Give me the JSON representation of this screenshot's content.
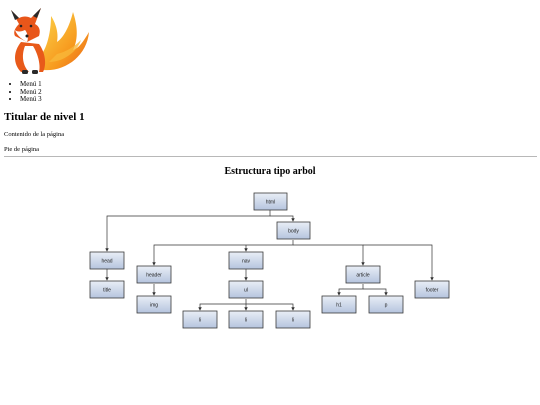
{
  "page": {
    "menu": [
      "Menú 1",
      "Menú 2",
      "Menú 3"
    ],
    "heading": "Titular de nivel 1",
    "content": "Contenido de la página",
    "footer": "Pie de página"
  },
  "tree": {
    "title": "Estructura tipo arbol",
    "nodes": [
      "html",
      "body",
      "head",
      "title",
      "header",
      "img",
      "nav",
      "ul",
      "li",
      "li",
      "li",
      "article",
      "h1",
      "p",
      "footer"
    ],
    "colors": {
      "node_top": "#e9eef6",
      "node_bottom": "#b5c4de",
      "border": "#3a3a3a",
      "line": "#333333"
    }
  }
}
